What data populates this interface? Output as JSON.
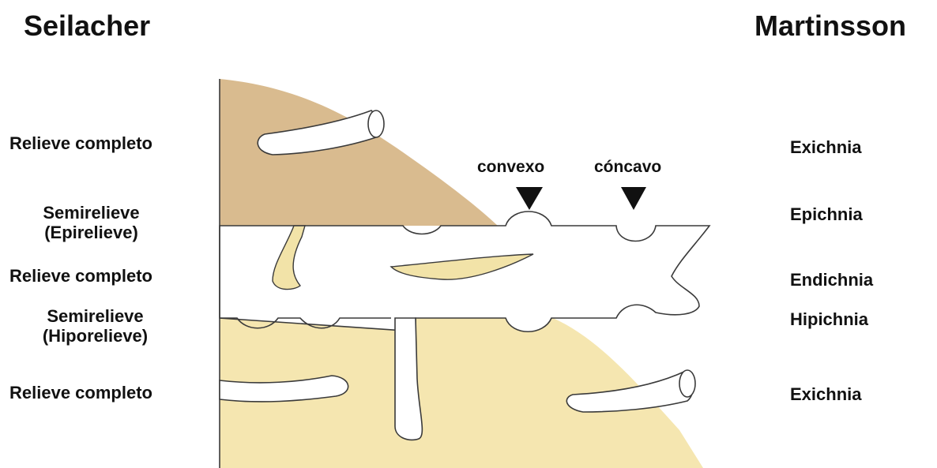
{
  "headings": {
    "left": "Seilacher",
    "right": "Martinsson"
  },
  "seilacher_labels": {
    "row1": "Relieve completo",
    "row2_line1": "Semirelieve",
    "row2_line2": "(Epirelieve)",
    "row3": "Relieve completo",
    "row4_line1": "Semirelieve",
    "row4_line2": "(Hiporelieve)",
    "row5": "Relieve completo"
  },
  "martinsson_labels": {
    "row1": "Exichnia",
    "row2": "Epichnia",
    "row3": "Endichnia",
    "row4": "Hipichnia",
    "row5": "Exichnia"
  },
  "markers": {
    "convex": "convexo",
    "concave": "cóncavo"
  },
  "colors": {
    "upper_sediment": "#d9bb8f",
    "lower_sediment": "#f5e6b0",
    "trace_fill": "#f2e3a8",
    "outline": "#3a3a3a"
  }
}
